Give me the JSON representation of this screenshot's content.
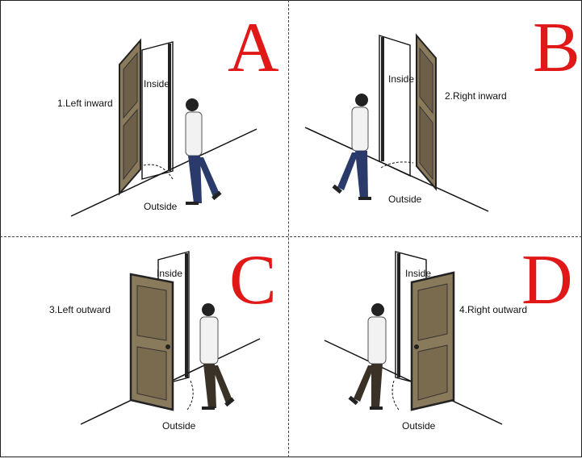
{
  "panels": {
    "a": {
      "letter": "A",
      "type_label": "1.Left inward",
      "inside": "Inside",
      "outside": "Outside"
    },
    "b": {
      "letter": "B",
      "type_label": "2.Right inward",
      "inside": "Inside",
      "outside": "Outside"
    },
    "c": {
      "letter": "C",
      "type_label": "3.Left outward",
      "inside": "Inside",
      "outside": "Outside"
    },
    "d": {
      "letter": "D",
      "type_label": "4.Right outward",
      "inside": "Inside",
      "outside": "Outside"
    }
  },
  "colors": {
    "letter": "#e01818",
    "door": "#8a7a5c",
    "door_dark": "#3a3226",
    "pants": "#2a3a6a",
    "shirt": "#f2f2f2"
  }
}
